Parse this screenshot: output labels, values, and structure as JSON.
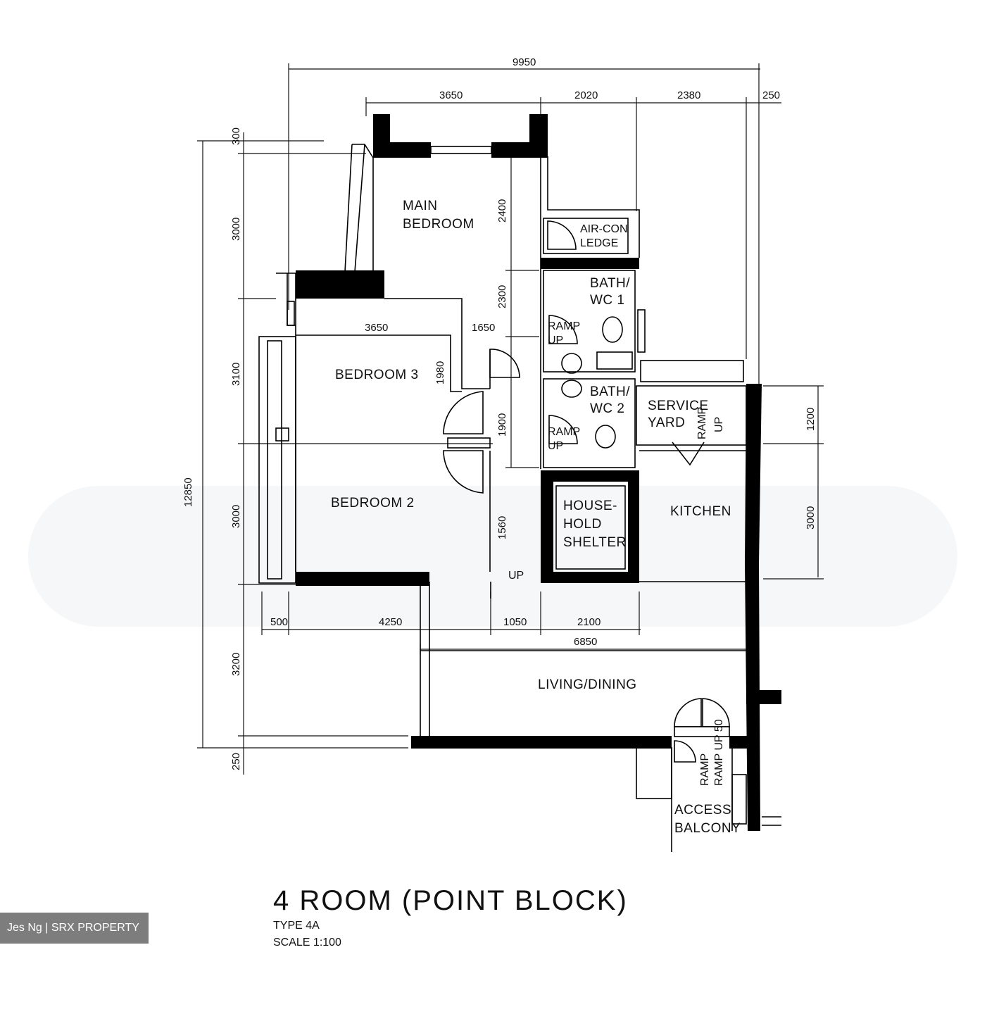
{
  "plan": {
    "title": "4 ROOM (POINT BLOCK)",
    "type_label": "TYPE  4A",
    "scale_label": "SCALE   1:100",
    "credit": "Jes Ng | SRX PROPERTY"
  },
  "rooms": {
    "main_bedroom_1": "MAIN",
    "main_bedroom_2": "BEDROOM",
    "aircon_1": "AIR-CON",
    "aircon_2": "LEDGE",
    "bath1_1": "BATH/",
    "bath1_2": "WC  1",
    "bath2_1": "BATH/",
    "bath2_2": "WC  2",
    "bedroom3": "BEDROOM  3",
    "bedroom2": "BEDROOM  2",
    "service_1": "SERVICE",
    "service_2": "YARD",
    "kitchen": "KITCHEN",
    "household_1": "HOUSE-",
    "household_2": "HOLD",
    "household_3": "SHELTER",
    "living": "LIVING/DINING",
    "access_1": "ACCESS",
    "access_2": "BALCONY",
    "ramp_up": "RAMP",
    "up": "UP",
    "ramp_up_50": "RAMP\nUP 50",
    "up_label": "UP"
  },
  "dimensions": {
    "overall_width": "9950",
    "top_a": "3650",
    "top_b": "2020",
    "top_c": "2380",
    "top_d": "250",
    "left_overall": "12850",
    "left_a": "300",
    "left_b": "3000",
    "left_c": "3100",
    "left_d": "3000",
    "left_e": "3200",
    "left_f": "250",
    "mb_2400": "2400",
    "mb_2300": "2300",
    "b3_3650": "3650",
    "b3_1650": "1650",
    "b3_1980": "1980",
    "corr_1900": "1900",
    "hs_1560": "1560",
    "right_1200": "1200",
    "right_3000": "3000",
    "bot_500": "500",
    "bot_4250": "4250",
    "bot_1050": "1050",
    "bot_2100": "2100",
    "bot_6850": "6850"
  }
}
